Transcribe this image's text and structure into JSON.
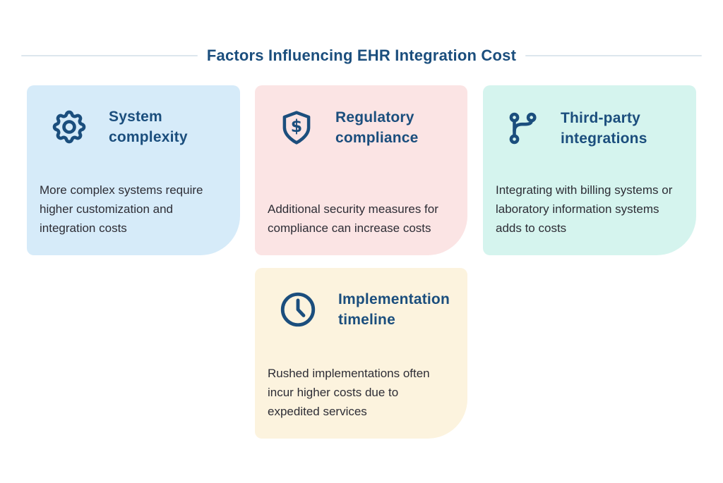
{
  "title": "Factors Influencing EHR Integration Cost",
  "colors": {
    "accent_navy": "#1b4e7d",
    "body_text": "#2d2d35",
    "divider_line": "#dce6ed",
    "card_backgrounds": {
      "system_complexity": "#d6ebf9",
      "regulatory_compliance": "#fbe4e4",
      "third_party_integrations": "#d5f4ee",
      "implementation_timeline": "#fcf3de"
    }
  },
  "cards": [
    {
      "id": "system-complexity",
      "icon": "gear-icon",
      "title": "System complexity",
      "description": "More complex systems require higher customization and integration costs",
      "bg": "#d6ebf9"
    },
    {
      "id": "regulatory-compliance",
      "icon": "shield-dollar-icon",
      "title": "Regulatory compliance",
      "description": "Additional security measures for compliance can increase costs",
      "bg": "#fbe4e4"
    },
    {
      "id": "third-party-integrations",
      "icon": "git-branch-icon",
      "title": "Third-party integrations",
      "description": "Integrating with billing systems or laboratory information systems adds to costs",
      "bg": "#d5f4ee"
    },
    {
      "id": "implementation-timeline",
      "icon": "clock-icon",
      "title": "Implementation timeline",
      "description": "Rushed implementations often incur higher costs due to expedited services",
      "bg": "#fcf3de"
    }
  ]
}
